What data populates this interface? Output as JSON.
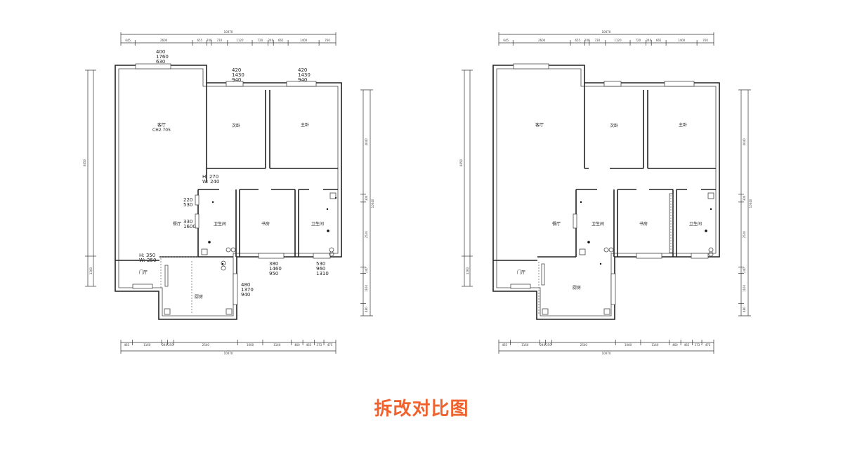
{
  "caption": "拆改对比图",
  "plans": [
    {
      "id": "before",
      "rooms": {
        "living": "客厅",
        "second_bedroom": "次卧",
        "master_bedroom": "主卧",
        "dining": "餐厅",
        "bath_left": "卫生间",
        "study": "书房",
        "bath_right": "卫生间",
        "foyer": "门厅",
        "kitchen": "厨房"
      },
      "living_ch": "CH2.705",
      "window_labels": {
        "living": [
          "400",
          "1760",
          "630"
        ],
        "second_bedroom": [
          "420",
          "1430",
          "940"
        ],
        "master_bedroom": [
          "420",
          "1430",
          "940"
        ],
        "study": [
          "380",
          "1460",
          "950"
        ],
        "bath_right": [
          "530",
          "960",
          "1310"
        ],
        "kitchen": [
          "480",
          "1370",
          "940"
        ],
        "dining_upper": [
          "220",
          "530"
        ],
        "dining_lower": [
          "330",
          "1600"
        ]
      },
      "opening_labels": {
        "corridor": [
          "H: 270",
          "W: 240"
        ],
        "dining_foyer": [
          "H: 350",
          "W: 250"
        ]
      },
      "top_total": "10070",
      "top_dims": [
        "645",
        "2600",
        "655",
        "200",
        "730",
        "1120",
        "720",
        "240",
        "665",
        "1400",
        "760"
      ],
      "bottom_total": "10070",
      "bottom_dims": [
        "465",
        "1160",
        "240",
        "250",
        "2540",
        "1000",
        "1140",
        "460",
        "465",
        "373",
        "475"
      ],
      "left_dims": [
        "6650",
        "1260"
      ],
      "right_dims": [
        "4040",
        "300",
        "2520",
        "240",
        "1160",
        "480"
      ],
      "right_total": "10040"
    },
    {
      "id": "after",
      "rooms": {
        "living": "客厅",
        "second_bedroom": "次卧",
        "master_bedroom": "主卧",
        "dining": "餐厅",
        "bath_left": "卫生间",
        "study": "书房",
        "bath_right": "卫生间",
        "foyer": "门厅",
        "kitchen": "厨房"
      },
      "top_total": "10070",
      "top_dims": [
        "645",
        "2600",
        "655",
        "200",
        "730",
        "1120",
        "720",
        "240",
        "665",
        "1400",
        "760"
      ],
      "bottom_total": "10070",
      "bottom_dims": [
        "465",
        "1160",
        "240",
        "250",
        "2540",
        "1000",
        "1140",
        "460",
        "465",
        "373",
        "475"
      ],
      "left_dims": [
        "6650",
        "1260"
      ],
      "right_dims": [
        "4040",
        "300",
        "2520",
        "240",
        "1160",
        "480"
      ],
      "right_total": "10040"
    }
  ]
}
